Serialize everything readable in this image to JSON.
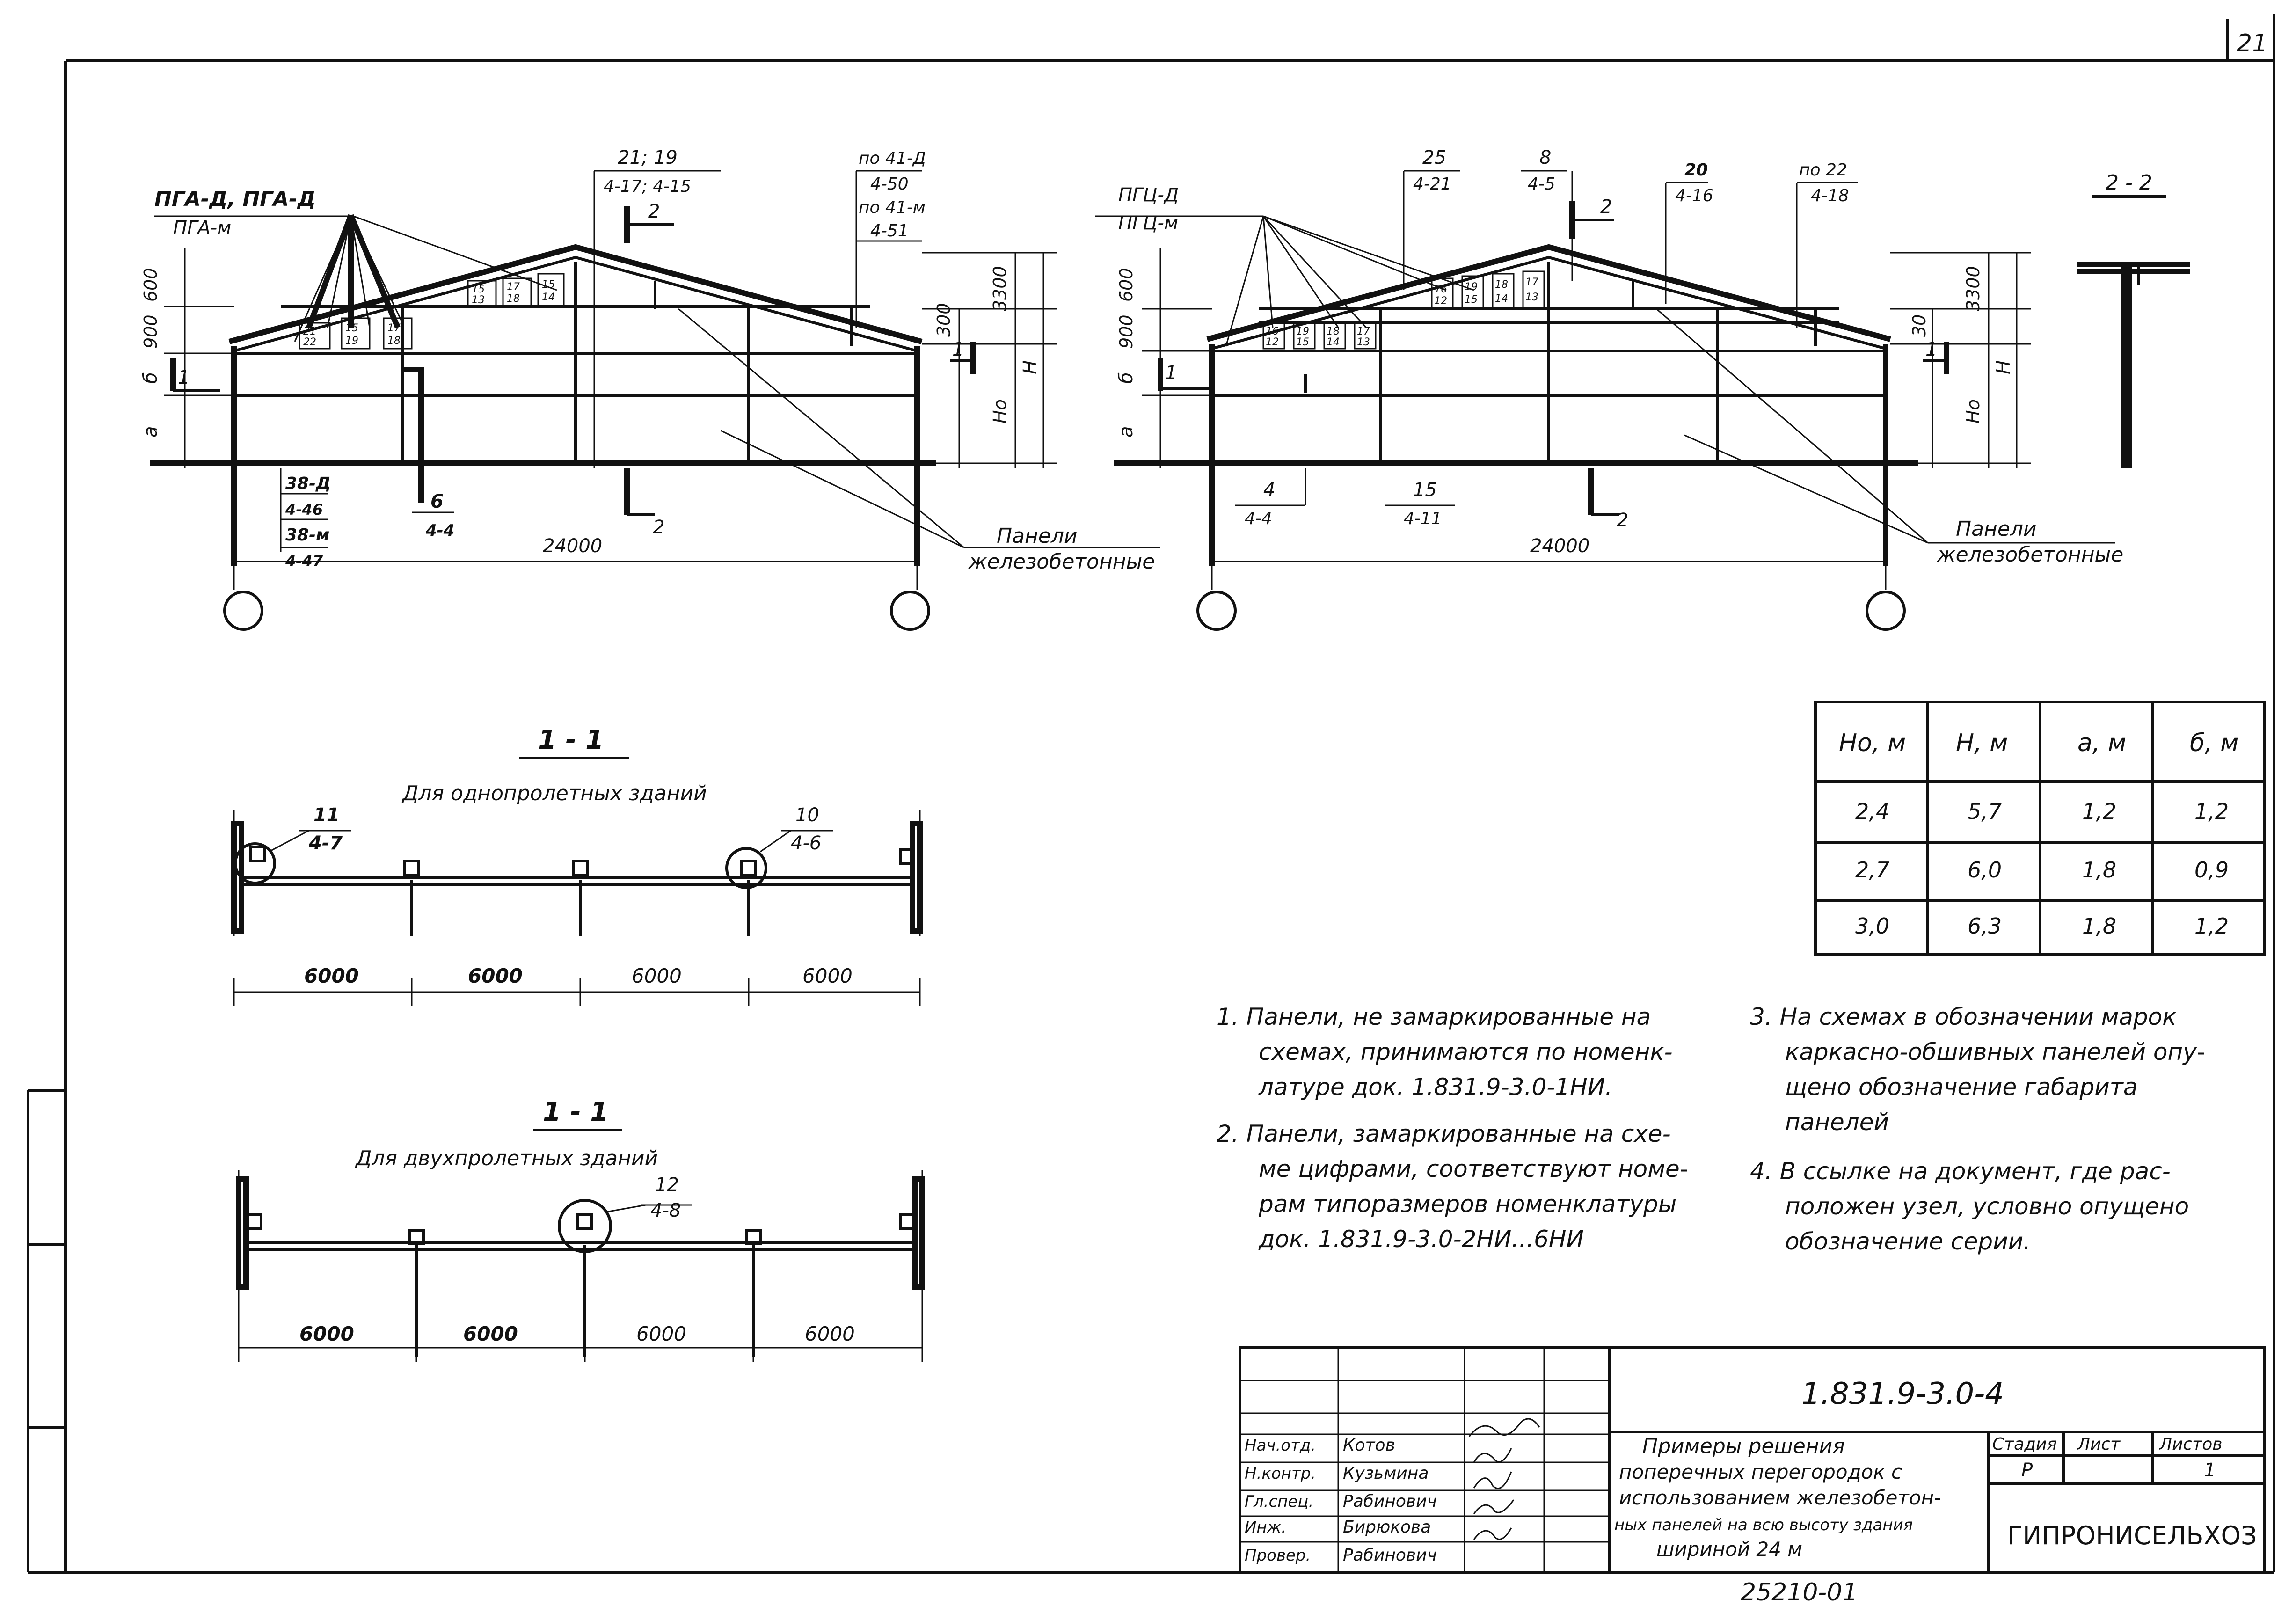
{
  "sheet_number": "21",
  "elevation_left": {
    "panel_mark_top": "ПГА-Д, ПГА-Д",
    "panel_mark_bottom": "ПГА-м",
    "callout_top_a": "21; 19",
    "callout_top_b": "4-17; 4-15",
    "callout_right_1": "по 41-Д",
    "callout_right_2": "4-50",
    "callout_right_3": "по 41-м",
    "callout_right_4": "4-51",
    "callout_bottom_1": "38-Д",
    "callout_bottom_2": "4-46",
    "callout_bottom_3": "38-м",
    "callout_bottom_4": "4-47",
    "callout_6_a": "6",
    "callout_6_b": "4-4",
    "section_mark": "2",
    "section_mark_1": "1",
    "small_panels": [
      "21",
      "22",
      "15",
      "19",
      "17",
      "18",
      "15",
      "13",
      "17",
      "18",
      "15",
      "14"
    ],
    "dim_600": "600",
    "dim_900": "900",
    "dim_b": "б",
    "dim_a": "а",
    "dim_300": "300",
    "dim_3300": "3300",
    "dim_H": "H",
    "dim_Ho": "Hо",
    "dim_span": "24000"
  },
  "elevation_right": {
    "panel_mark_top": "ПГЦ-Д",
    "panel_mark_bottom": "ПГЦ-м",
    "callout_25_a": "25",
    "callout_25_b": "4-21",
    "callout_8_a": "8",
    "callout_8_b": "4-5",
    "callout_20_a": "20",
    "callout_20_b": "4-16",
    "callout_22_a": "по 22",
    "callout_22_b": "4-18",
    "callout_4_a": "4",
    "callout_4_b": "4-4",
    "callout_15_a": "15",
    "callout_15_b": "4-11",
    "section_mark": "2",
    "section_mark_1": "1",
    "small_panels": [
      "16",
      "12",
      "19",
      "15",
      "18",
      "14",
      "17",
      "13",
      "16",
      "12",
      "19",
      "15",
      "18",
      "14",
      "17",
      "13"
    ],
    "dim_600": "600",
    "dim_900": "900",
    "dim_b": "б",
    "dim_a": "а",
    "dim_300": "30",
    "dim_3300": "3300",
    "dim_H": "H",
    "dim_Ho": "Hо",
    "dim_span": "24000"
  },
  "panel_label_line1": "Панели",
  "panel_label_line2": "железобетонные",
  "section_22_title": "2 - 2",
  "plan_single": {
    "title": "1 - 1",
    "subtitle": "Для однопролетных зданий",
    "callout_11_a": "11",
    "callout_11_b": "4-7",
    "callout_10_a": "10",
    "callout_10_b": "4-6",
    "dims": [
      "6000",
      "6000",
      "6000",
      "6000"
    ]
  },
  "plan_double": {
    "title": "1 - 1",
    "subtitle": "Для двухпролетных зданий",
    "callout_12_a": "12",
    "callout_12_b": "4-8",
    "dims": [
      "6000",
      "6000",
      "6000",
      "6000"
    ]
  },
  "param_table": {
    "headers": [
      "Hо, м",
      "H, м",
      "а, м",
      "б, м"
    ],
    "rows": [
      [
        "2,4",
        "5,7",
        "1,2",
        "1,2"
      ],
      [
        "2,7",
        "6,0",
        "1,8",
        "0,9"
      ],
      [
        "3,0",
        "6,3",
        "1,8",
        "1,2"
      ]
    ]
  },
  "notes": {
    "n1": [
      "1. Панели, не замаркированные на",
      "схемах, принимаются по номенк-",
      "латуре док. 1.831.9-3.0-1НИ."
    ],
    "n2": [
      "2. Панели, замаркированные на схе-",
      "ме цифрами, соответствуют номе-",
      "рам типоразмеров номенклатуры",
      "док. 1.831.9-3.0-2НИ...6НИ"
    ],
    "n3": [
      "3. На схемах в обозначении марок",
      "каркасно-обшивных панелей опу-",
      "щено обозначение габарита",
      "панелей"
    ],
    "n4": [
      "4. В ссылке на документ, где рас-",
      "положен узел, условно опущено",
      "обозначение серии."
    ]
  },
  "title_block": {
    "doc_code": "1.831.9-3.0-4",
    "roles": [
      "Нач.отд.",
      "Н.контр.",
      "Гл.спец.",
      "Инж.",
      "Провер."
    ],
    "names": [
      "Котов",
      "Кузьмина",
      "Рабинович",
      "Бирюкова",
      "Рабинович"
    ],
    "title_lines": [
      "Примеры решения",
      "поперечных перегородок с",
      "использованием железобетон-",
      "ных панелей на всю высоту здания",
      "шириной 24 м"
    ],
    "stage_header": "Стадия",
    "sheet_header": "Лист",
    "sheets_header": "Листов",
    "stage": "Р",
    "sheet": "",
    "sheets": "1",
    "org": "ГИПРОНИСЕЛЬХОЗ"
  },
  "bottom_code": "25210-01"
}
